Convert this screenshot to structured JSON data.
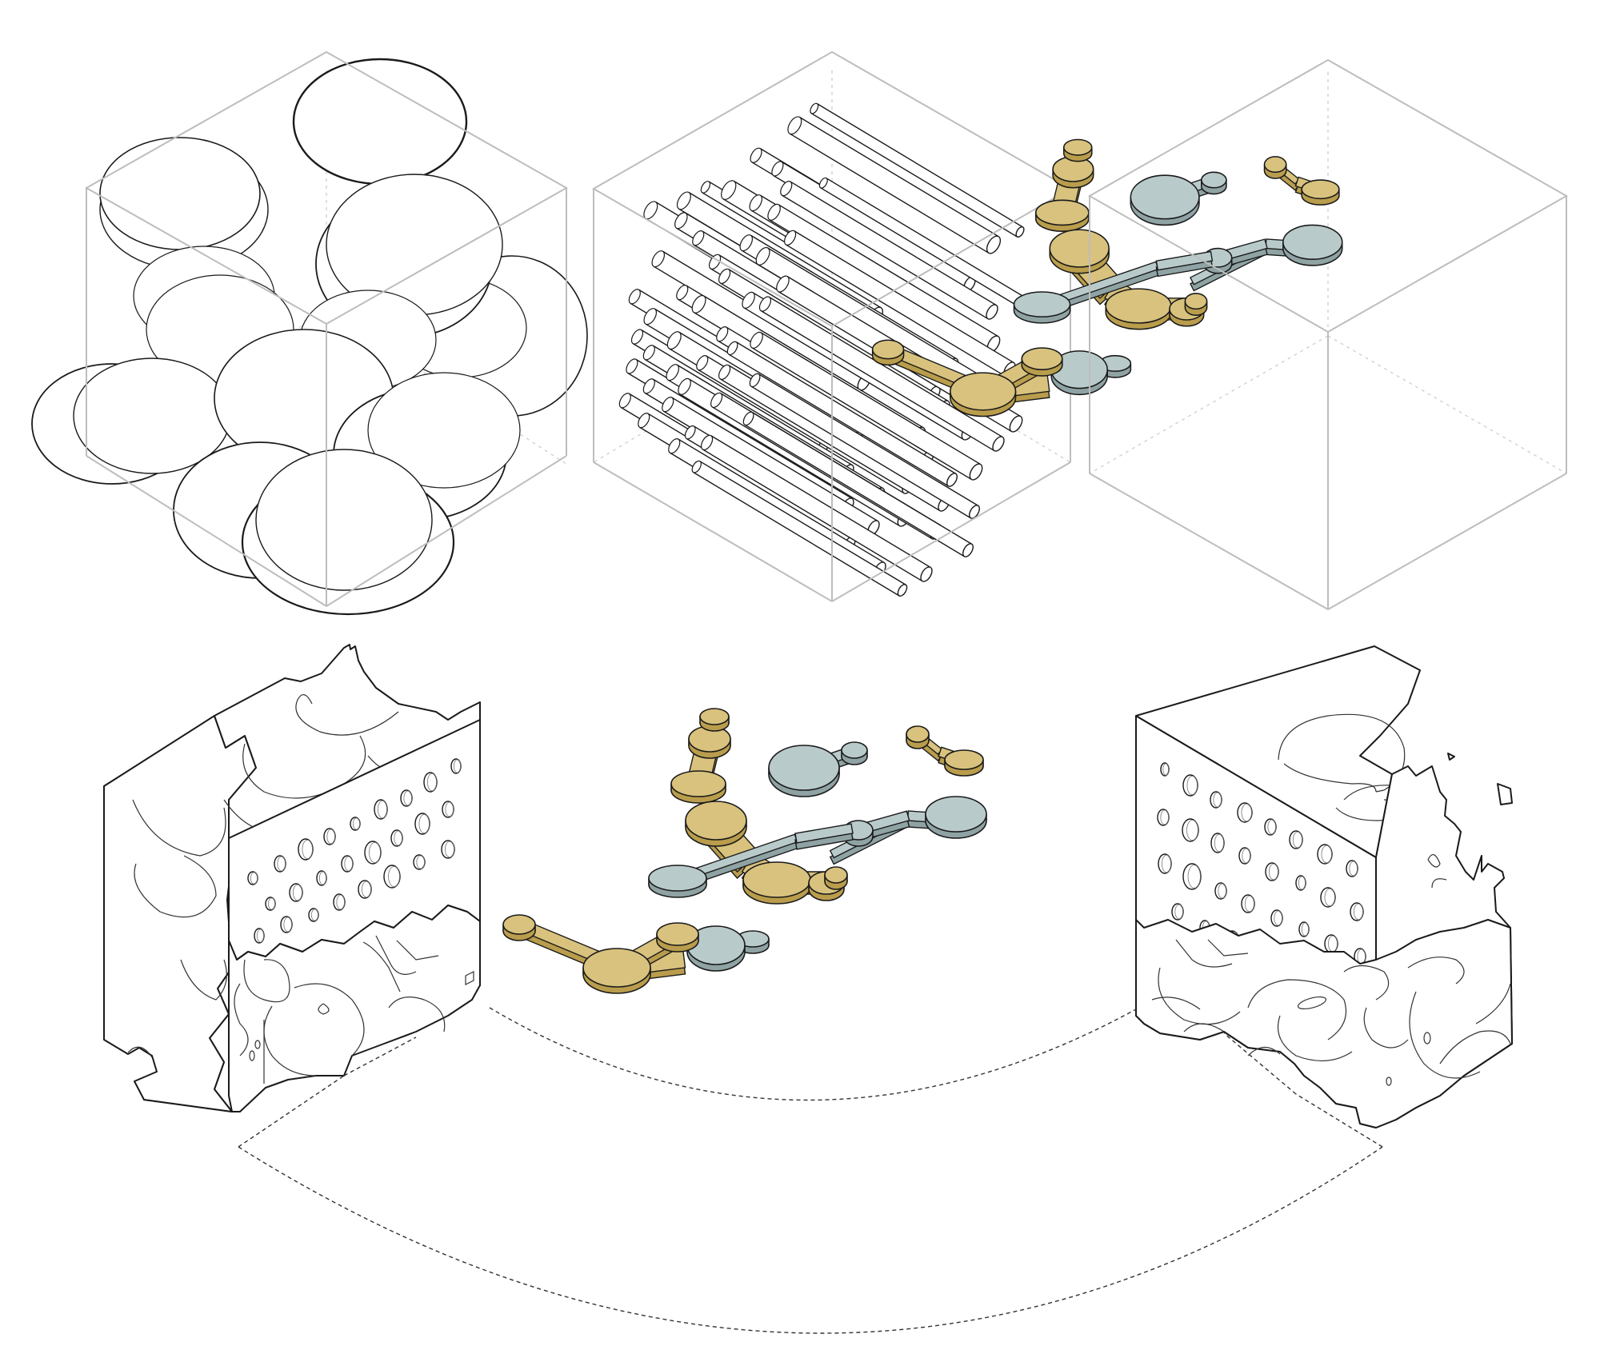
{
  "colors": {
    "ochre": "#d8c27d",
    "ochre_edge": "#b99d4c",
    "sage": "#b9cacb",
    "sage_edge": "#8fa3a4",
    "line": "#1a1a1a",
    "frame": "#bdbdbd"
  },
  "panels": [
    {
      "id": "ellipsoid-packing-cube"
    },
    {
      "id": "cylinder-array-cube"
    },
    {
      "id": "connected-node-cube"
    },
    {
      "id": "porous-block-left"
    },
    {
      "id": "floating-node-network"
    },
    {
      "id": "porous-block-right"
    }
  ]
}
